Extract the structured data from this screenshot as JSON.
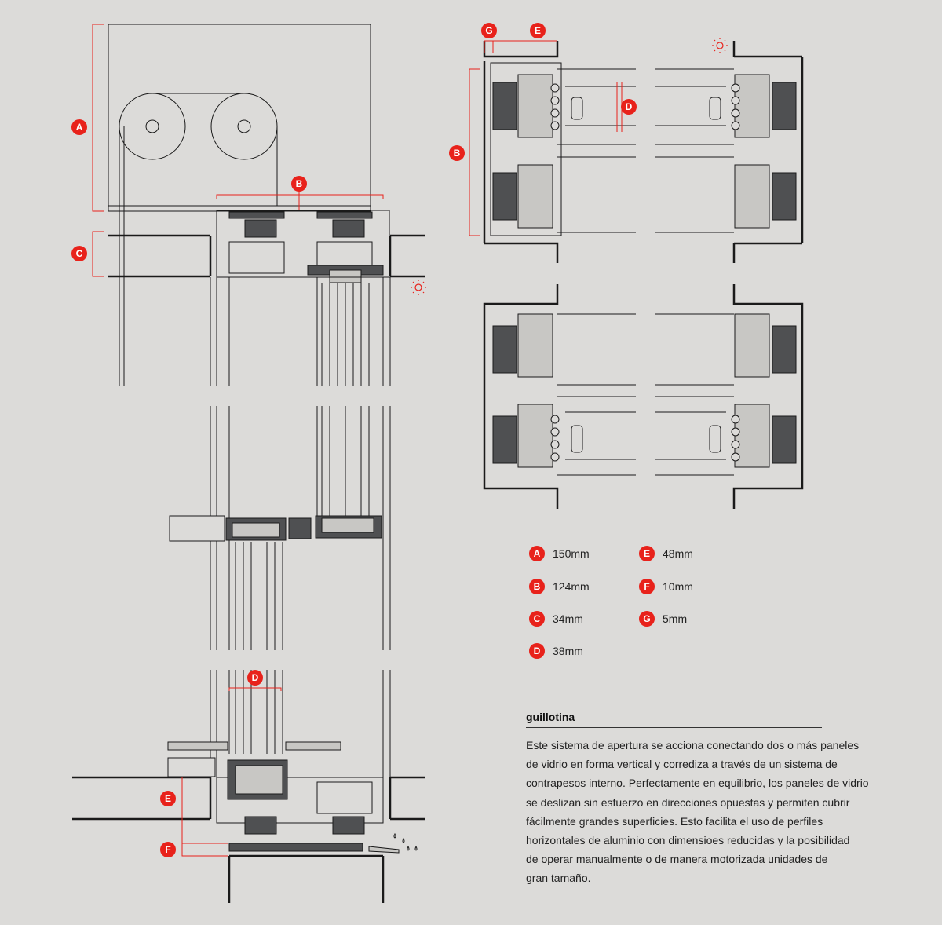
{
  "colors": {
    "accent": "#e8221b",
    "line": "#1a1a1a",
    "profile": "#4f5052",
    "background": "#dcdbd9"
  },
  "icons": {
    "sun": "sun-icon",
    "drops": "water-drop-icon"
  },
  "markers": {
    "A": "A",
    "B": "B",
    "C": "C",
    "D": "D",
    "E": "E",
    "F": "F",
    "G": "G"
  },
  "legend": [
    {
      "letter": "A",
      "value": "150mm"
    },
    {
      "letter": "B",
      "value": "124mm"
    },
    {
      "letter": "C",
      "value": "34mm"
    },
    {
      "letter": "D",
      "value": "38mm"
    },
    {
      "letter": "E",
      "value": "48mm"
    },
    {
      "letter": "F",
      "value": "10mm"
    },
    {
      "letter": "G",
      "value": "5mm"
    }
  ],
  "description": {
    "title": "guillotina",
    "lines": [
      "Este sistema de apertura se acciona conectando dos o más paneles",
      "de vidrio en forma vertical y corrediza a través de un sistema de",
      "contrapesos interno. Perfectamente en equilibrio, los paneles de vidrio",
      "se deslizan sin esfuerzo en direcciones opuestas y permiten cubrir",
      "fácilmente grandes superficies. Esto facilita el uso de perfiles",
      "horizontales de aluminio con dimensioes reducidas y la posibilidad",
      "de operar manualmente o de manera motorizada unidades de",
      "gran tamaño."
    ]
  }
}
